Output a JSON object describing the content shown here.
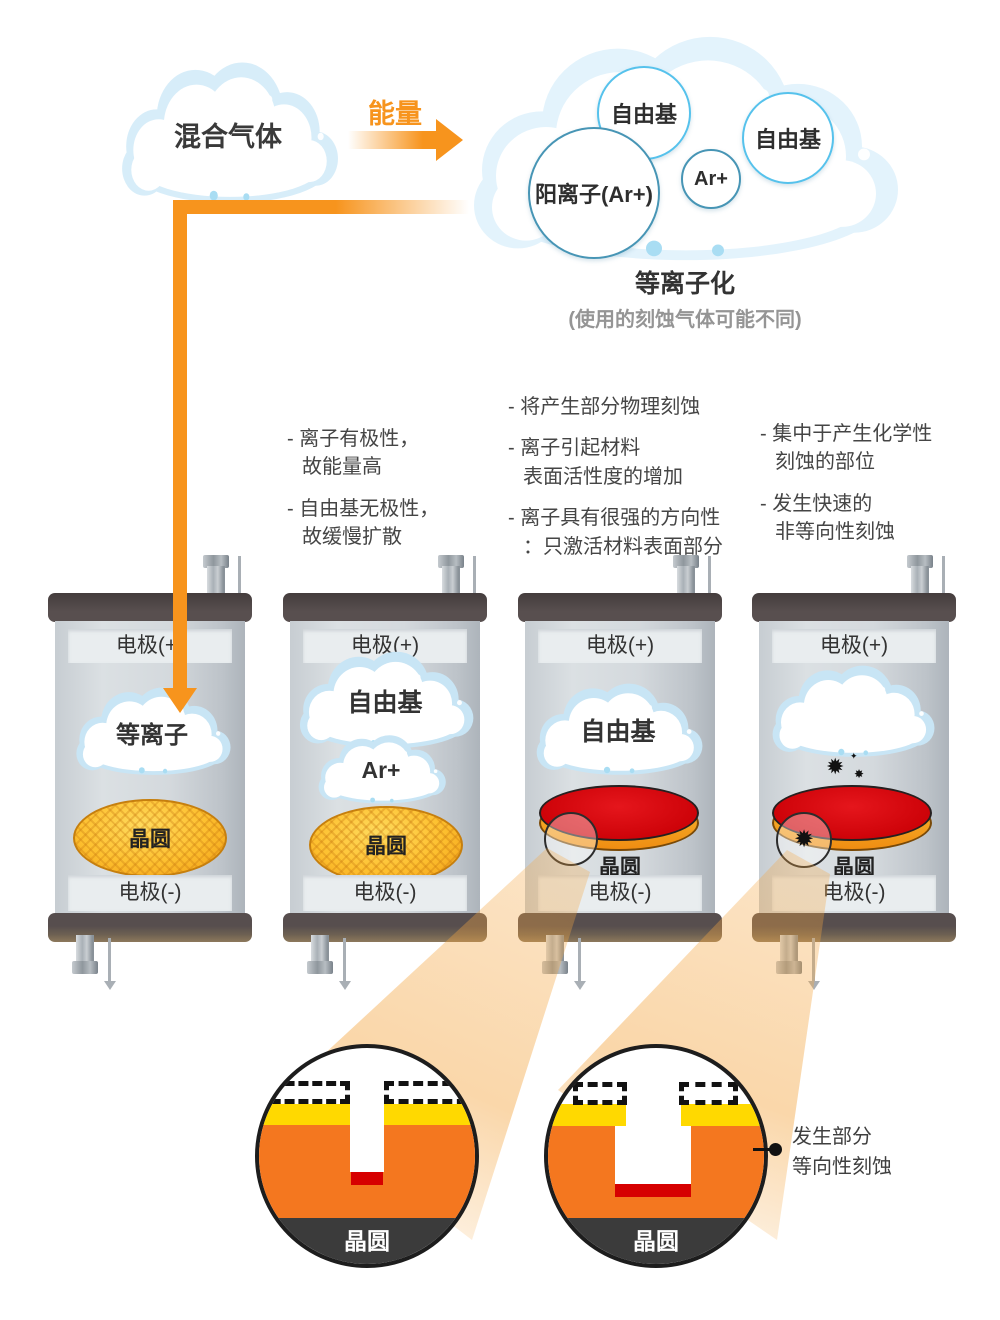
{
  "header": {
    "mixed_gas": "混合气体",
    "energy": "能量",
    "particles": {
      "radical_a": "自由基",
      "radical_b": "自由基",
      "ar_small": "Ar+",
      "cation": "阳离子(Ar+)"
    },
    "title": "等离子化",
    "subtitle": "(使用的刻蚀气体可能不同)"
  },
  "notes": {
    "col1": [
      "- 离子有极性，\n故能量高",
      "- 自由基无极性，\n故缓慢扩散"
    ],
    "col2": [
      "- 将产生部分物理刻蚀",
      "- 离子引起材料\n表面活性度的增加",
      "- 离子具有很强的方向性\n：只激活材料表面部分"
    ],
    "col3": [
      "- 集中于产生化学性\n刻蚀的部位",
      "- 发生快速的\n非等向性刻蚀"
    ]
  },
  "chambers": [
    {
      "electrode_top": "电极(+)",
      "cloud1": "等离子",
      "wafer": "晶圆",
      "electrode_bottom": "电极(-)"
    },
    {
      "electrode_top": "电极(+)",
      "cloud1": "自由基",
      "cloud2": "Ar+",
      "wafer": "晶圆",
      "electrode_bottom": "电极(-)"
    },
    {
      "electrode_top": "电极(+)",
      "cloud1": "自由基",
      "wafer": "晶圆",
      "electrode_bottom": "电极(-)"
    },
    {
      "electrode_top": "电极(+)",
      "cloud1": "",
      "wafer": "晶圆",
      "electrode_bottom": "电极(-)"
    }
  ],
  "icons": {
    "spark_big": "✹",
    "spark_small": "✦",
    "spark_tiny": "✸"
  },
  "cross_sections": {
    "left_wafer": "晶圆",
    "right_wafer": "晶圆",
    "annotation": "发生部分\n等向性刻蚀"
  },
  "colors": {
    "accent_orange": "#F7941D",
    "cloud_fringe": "#D9EEF9",
    "circle_border_cyan": "#56C2EC",
    "circle_border_teal": "#4795B5",
    "chamber_body": "#D3D8DC",
    "electrode_panel": "#E9EDEF",
    "cap_dark": "#554B4B",
    "wafer_yellow": "#FDC02F",
    "wafer_red": "#D40A10",
    "section_orange": "#F4771F",
    "section_yellow": "#FFD900",
    "section_red": "#D60000",
    "section_dark": "#3B3B3B"
  }
}
